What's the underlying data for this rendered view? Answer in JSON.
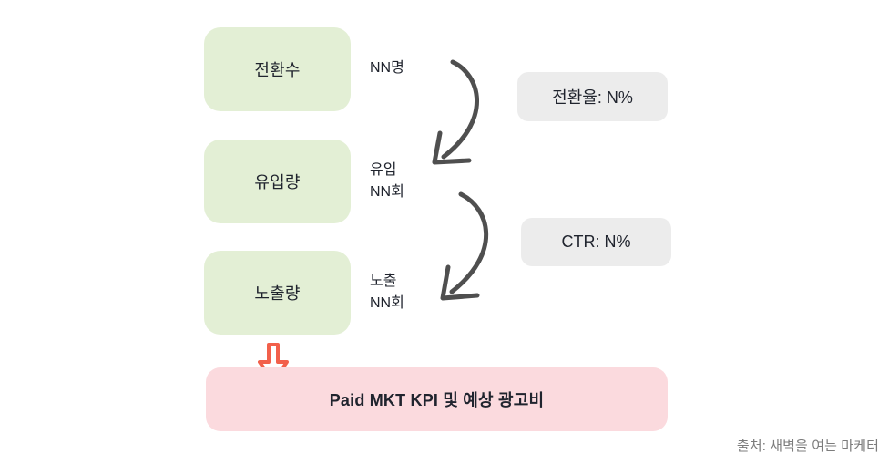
{
  "funnel": {
    "stages": [
      {
        "label": "전환수",
        "metric_lines": [
          "NN명"
        ]
      },
      {
        "label": "유입량",
        "metric_lines": [
          "유입",
          "NN회"
        ]
      },
      {
        "label": "노출량",
        "metric_lines": [
          "노출",
          "NN회"
        ]
      }
    ],
    "rates": [
      {
        "label": "전환율: N%"
      },
      {
        "label": "CTR: N%"
      }
    ],
    "result_label": "Paid MKT KPI 및 예상 광고비"
  },
  "source_caption": "출처: 새벽을 여는 마케터",
  "colors": {
    "stage_box_bg": "#e3efd5",
    "rate_box_bg": "#ececec",
    "result_box_bg": "#fbdade",
    "text_dark": "#20242e",
    "arrow_gray": "#4f4f4f",
    "arrow_coral": "#f2604b",
    "source_text": "#7c7c7c",
    "background": "#ffffff"
  }
}
